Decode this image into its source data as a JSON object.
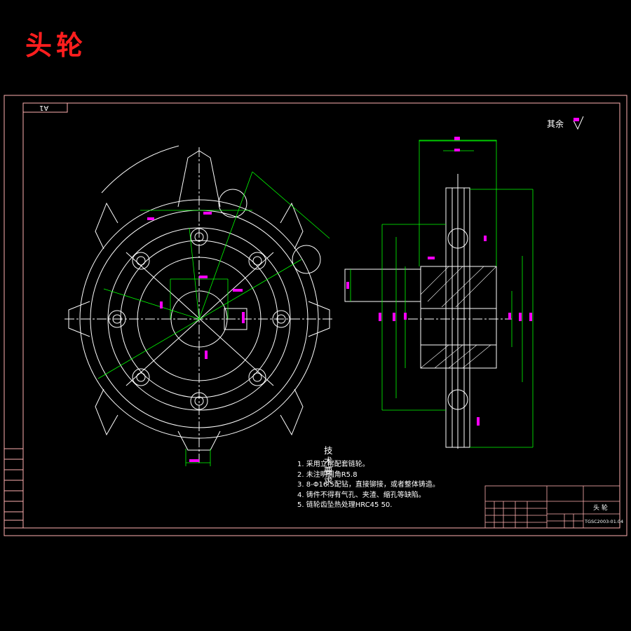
{
  "title": "头轮",
  "rest_roughness": "其余",
  "rev_label": "A1",
  "tech_requirements": {
    "heading": "技术要求",
    "items": [
      "1. 采用立窑配套链轮。",
      "2. 未注明圆角R5.8",
      "3. 8-Φ16.5配钻，直接铆接，或者整体铸造。",
      "4. 铸件不得有气孔、夹渣、缩孔等缺陷。",
      "5. 链轮齿坠热处理HRC45 50."
    ]
  },
  "title_block": {
    "part_name": "头 轮",
    "drawing_no": "TGSC2003-01.04"
  },
  "colors": {
    "frame": "#ffb0b0",
    "line": "#ffffff",
    "dim": "#00ff00",
    "text": "#ff00ff",
    "title": "#ff1e1e"
  }
}
